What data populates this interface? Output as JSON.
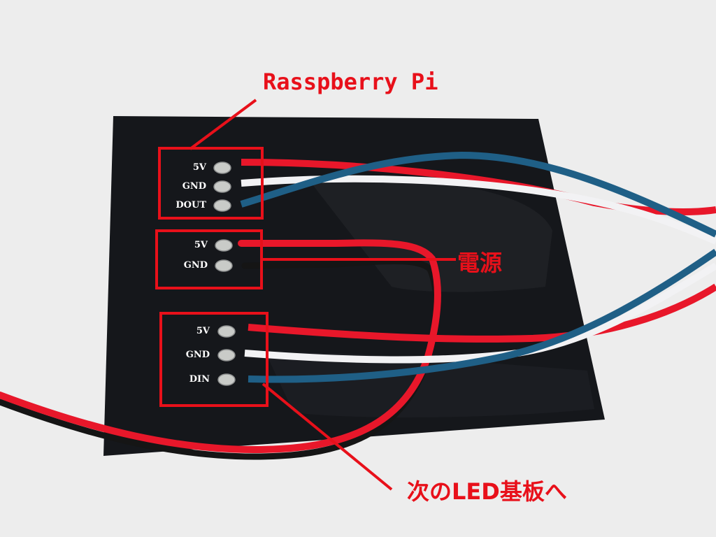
{
  "image": {
    "description_note": "",
    "board": {
      "top_group": [
        "5V",
        "GND",
        "DOUT"
      ],
      "middle_group": [
        "5V",
        "GND"
      ],
      "bottom_group": [
        "5V",
        "GND",
        "DIN"
      ]
    },
    "callouts": {
      "top": "Rasspberry Pi",
      "middle": "電源",
      "bottom": "次のLED基板へ"
    },
    "colors": {
      "background": "#eeeeee",
      "board": "#16181c",
      "highlight": "#e8101a",
      "wire_red": "#e8172a",
      "wire_white": "#f2f2f4",
      "wire_blue": "#1f5f86",
      "wire_black": "#151515",
      "solder": "#c9cbc8"
    }
  }
}
